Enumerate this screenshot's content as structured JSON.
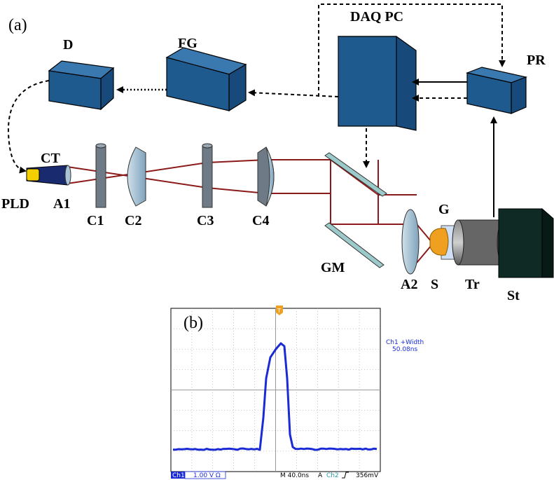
{
  "panel_a": {
    "panel_label": "(a)",
    "labels": {
      "daq_pc": "DAQ PC",
      "d": "D",
      "fg": "FG",
      "pr": "PR",
      "ct": "CT",
      "pld": "PLD",
      "a1": "A1",
      "c1": "C1",
      "c2": "C2",
      "c3": "C3",
      "c4": "C4",
      "gm": "GM",
      "a2": "A2",
      "s": "S",
      "g": "G",
      "tr": "Tr",
      "st": "St"
    },
    "colors": {
      "box": "#1f5a8f",
      "beam": "#8b1a1a",
      "lens": "#a8c4d6",
      "plate": "#6e7b86",
      "mirror": "#9cc9c9",
      "sample": "#f0a020",
      "stage": "#0f2a24"
    }
  },
  "panel_b": {
    "panel_label": "(b)",
    "trigger_marker": "T",
    "measurement_title": "Ch1 +Width",
    "measurement_value": "50.08ns",
    "status_bar": {
      "ch1": "Ch1",
      "ch1_scale": "1.00 V Ω",
      "timebase": "M 40.0ns",
      "acq": "A",
      "ch2": "Ch2",
      "edge_icon": "rising-edge",
      "trigger_level": "356mV"
    },
    "colors": {
      "trace": "#1a2bd6",
      "grid": "#9a9a9a"
    }
  }
}
